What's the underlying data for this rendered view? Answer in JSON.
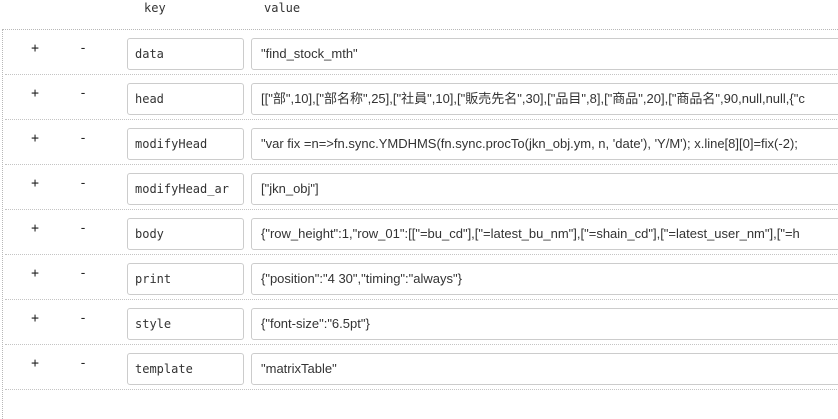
{
  "header": {
    "key_label": "key",
    "value_label": "value"
  },
  "row_controls": {
    "add_label": "+",
    "remove_label": "-"
  },
  "rows": [
    {
      "key": "data",
      "value": "\"find_stock_mth\""
    },
    {
      "key": "head",
      "value": "[[\"部\",10],[\"部名称\",25],[\"社員\",10],[\"販売先名\",30],[\"品目\",8],[\"商品\",20],[\"商品名\",90,null,null,{\"c"
    },
    {
      "key": "modifyHead",
      "value": "\"var fix =n=>fn.sync.YMDHMS(fn.sync.procTo(jkn_obj.ym, n, 'date'), 'Y/M'); x.line[8][0]=fix(-2);"
    },
    {
      "key": "modifyHead_ar",
      "value": "[\"jkn_obj\"]"
    },
    {
      "key": "body",
      "value": "{\"row_height\":1,\"row_01\":[[\"=bu_cd\"],[\"=latest_bu_nm\"],[\"=shain_cd\"],[\"=latest_user_nm\"],[\"=h"
    },
    {
      "key": "print",
      "value": "{\"position\":\"4 30\",\"timing\":\"always\"}"
    },
    {
      "key": "style",
      "value": "{\"font-size\":\"6.5pt\"}"
    },
    {
      "key": "template",
      "value": "\"matrixTable\""
    }
  ]
}
